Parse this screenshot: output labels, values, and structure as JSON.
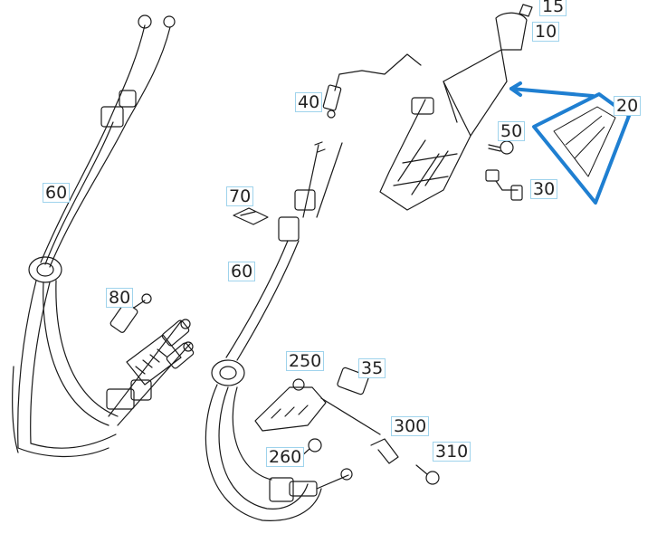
{
  "callouts": {
    "c15": "15",
    "c10": "10",
    "c20": "20",
    "c40": "40",
    "c50": "50",
    "c30": "30",
    "c60a": "60",
    "c70": "70",
    "c60b": "60",
    "c80": "80",
    "c250": "250",
    "c35": "35",
    "c300": "300",
    "c260": "260",
    "c310": "310"
  },
  "colors": {
    "line": "#1a1a1a",
    "callout_border": "#9fd3ec",
    "highlight": "#1f7fd1"
  }
}
